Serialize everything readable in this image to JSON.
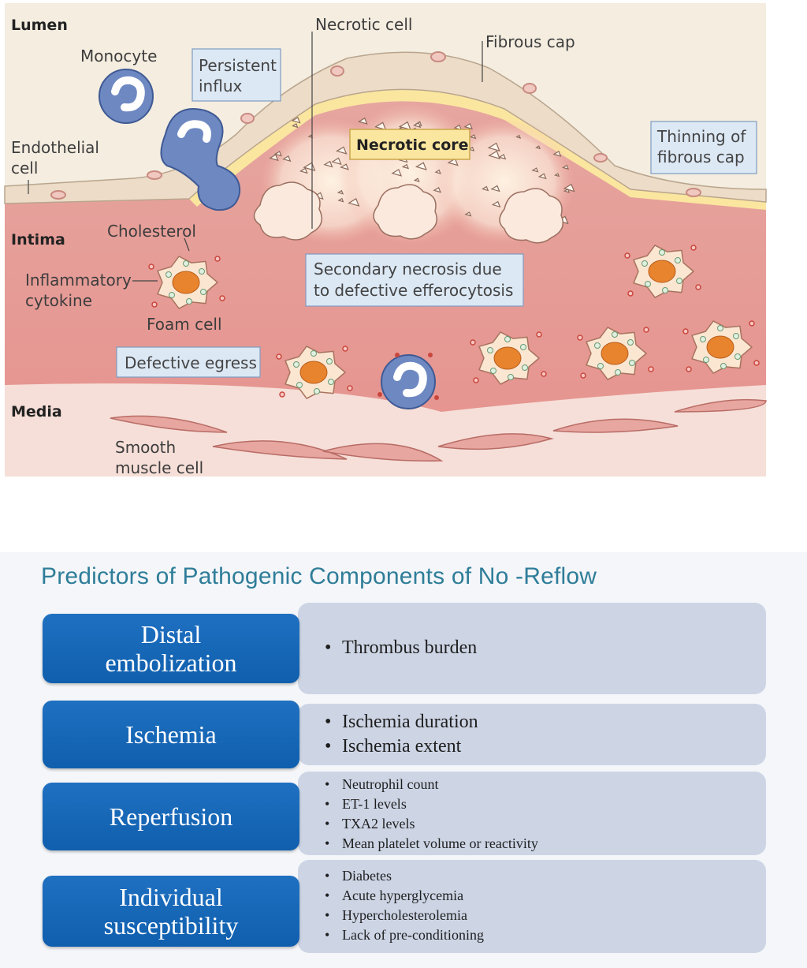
{
  "diagram": {
    "labels": {
      "lumen": "Lumen",
      "monocyte": "Monocyte",
      "persistent_influx": [
        "Persistent",
        "influx"
      ],
      "necrotic_cell": "Necrotic cell",
      "fibrous_cap": "Fibrous cap",
      "endothelial_cell": [
        "Endothelial",
        "cell"
      ],
      "necrotic_core": "Necrotic core",
      "thinning": [
        "Thinning of",
        "fibrous cap"
      ],
      "intima": "Intima",
      "cholesterol": "Cholesterol",
      "inflammatory_cytokine": [
        "Inflammatory",
        "cytokine"
      ],
      "foam_cell": "Foam cell",
      "secondary_necrosis": [
        "Secondary necrosis due",
        "to defective efferocytosis"
      ],
      "defective_egress": "Defective egress",
      "media": "Media",
      "smooth_muscle_cell": [
        "Smooth",
        "muscle cell"
      ]
    },
    "colors": {
      "lumen_bg": "#f4ede0",
      "intima": "#e49b98",
      "media": "#f6dfd8",
      "endothelium": "#ecdcc8",
      "cap": "#fbe8a8",
      "monocyte": "#4f6ba8",
      "foam_nucleus": "#e8842e",
      "label_box": "#dce8f4"
    }
  },
  "table": {
    "title": "Predictors of Pathogenic Components of No -Reflow",
    "rows": [
      {
        "heading": [
          "Distal",
          "embolization"
        ],
        "items": [
          "Thrombus burden"
        ]
      },
      {
        "heading": [
          "Ischemia"
        ],
        "items": [
          "Ischemia duration",
          "Ischemia extent"
        ]
      },
      {
        "heading": [
          "Reperfusion"
        ],
        "items": [
          "Neutrophil count",
          "ET-1 levels",
          "TXA2 levels",
          "Mean platelet volume or reactivity"
        ]
      },
      {
        "heading": [
          "Individual",
          "susceptibility"
        ],
        "items": [
          "Diabetes",
          "Acute hyperglycemia",
          "Hypercholesterolemia",
          "Lack of pre-conditioning"
        ]
      }
    ]
  }
}
